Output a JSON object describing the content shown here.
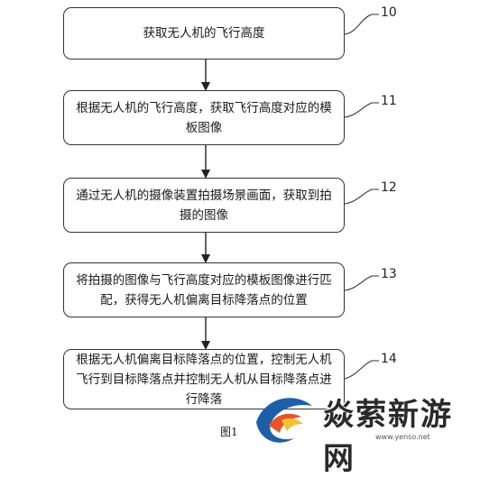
{
  "steps": [
    {
      "number": "10",
      "text": "获取无人机的飞行高度"
    },
    {
      "number": "11",
      "text": "根据无人机的飞行高度，获取飞行高度对应的模板图像"
    },
    {
      "number": "12",
      "text": "通过无人机的摄像装置拍摄场景画面，获取到拍摄的图像"
    },
    {
      "number": "13",
      "text": "将拍摄的图像与飞行高度对应的模板图像进行匹配，获得无人机偏离目标降落点的位置"
    },
    {
      "number": "14",
      "text": "根据无人机偏离目标降落点的位置，控制无人机飞行到目标降落点并控制无人机从目标降落点进行降落"
    }
  ],
  "caption": "图1",
  "watermark": {
    "text": "焱萦新游网",
    "url": "www.yenso.net"
  }
}
